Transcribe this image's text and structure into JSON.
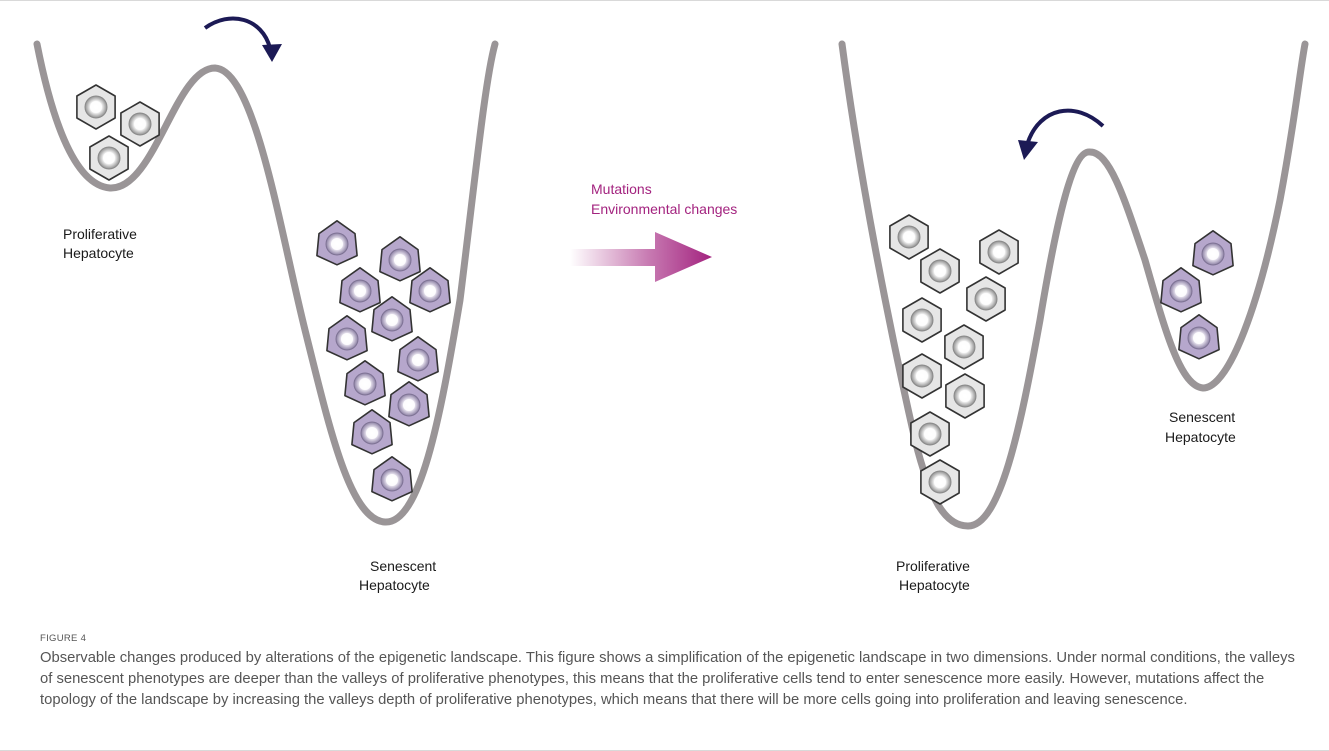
{
  "figure": {
    "label": "FIGURE 4",
    "caption": "Observable changes produced by alterations of the epigenetic landscape. This figure shows a simplification of the epigenetic landscape in two dimensions. Under normal conditions, the valleys of senescent phenotypes are deeper than the valleys of proliferative phenotypes, this means that the proliferative cells tend to enter senescence more easily. However, mutations affect the topology of the landscape by increasing the valleys depth of proliferative phenotypes, which means that there will be more cells going into proliferation and leaving senescence."
  },
  "left_panel": {
    "shallow_valley_label": [
      "Proliferative",
      "Hepatocyte"
    ],
    "deep_valley_label": [
      "Senescent",
      "Hepatocyte"
    ]
  },
  "transition": {
    "label_line1": "Mutations",
    "label_line2": "Environmental changes"
  },
  "right_panel": {
    "deep_valley_label": [
      "Proliferative",
      "Hepatocyte"
    ],
    "shallow_valley_label": [
      "Senescent",
      "Hepatocyte"
    ]
  },
  "colors": {
    "landscape": "#9a9597",
    "proliferative_cell": "#e6e6e6",
    "senescent_cell": "#b6a7cc",
    "curved_arrow": "#1c1a55",
    "transition_arrow": "#a3237f"
  }
}
